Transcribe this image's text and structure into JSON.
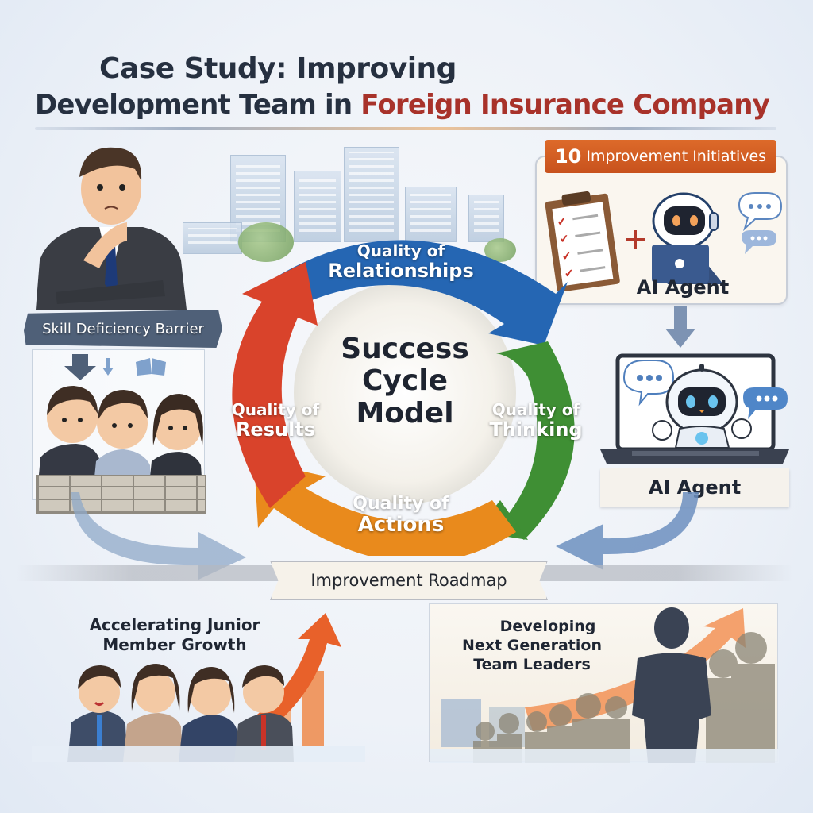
{
  "title": {
    "line1": "Case Study: Improving",
    "line2_prefix": "Development Team in",
    "line2_accent": "Foreign Insurance Company",
    "accent_color": "#a8322a"
  },
  "left": {
    "barrier_label": "Skill Deficiency Barrier",
    "icons": [
      "thinking-manager-icon",
      "down-arrow-icon",
      "open-book-icon",
      "worried-team-icon",
      "brick-wall-icon"
    ]
  },
  "right": {
    "initiatives_count": "10",
    "initiatives_label": "Improvement Initiatives",
    "agent_top_label": "AI Agent",
    "agent_bottom_label": "AI Agent",
    "icons": [
      "checklist-clipboard-icon",
      "plus-icon",
      "robot-with-laptop-icon",
      "chat-bubble-icon",
      "robot-in-laptop-icon"
    ]
  },
  "cycle": {
    "center_lines": [
      "Success",
      "Cycle",
      "Model"
    ],
    "stages": [
      {
        "line1": "Quality of",
        "line2": "Relationships",
        "color": "#2566b3"
      },
      {
        "line1": "Quality of",
        "line2": "Thinking",
        "color": "#3f8f34"
      },
      {
        "line1": "Quality of",
        "line2": "Actions",
        "color": "#e98a1c"
      },
      {
        "line1": "Quality of",
        "line2": "Results",
        "color": "#d9432b"
      }
    ]
  },
  "roadmap": {
    "label": "Improvement Roadmap"
  },
  "bottom": {
    "junior": {
      "line1": "Accelerating Junior",
      "line2": "Member Growth"
    },
    "leaders": {
      "line1": "Developing",
      "line2": "Next Generation",
      "line3": "Team Leaders"
    }
  }
}
